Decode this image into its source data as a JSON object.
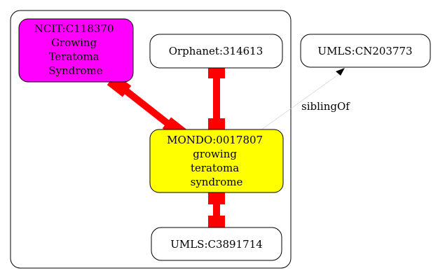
{
  "colors": {
    "ncit_fill": "#ff00ff",
    "mondo_fill": "#ffff00",
    "default_fill": "#ffffff",
    "edge_equiv": "#ff0000",
    "edge_sibling": "#d3d3d3",
    "stroke": "#000000"
  },
  "nodes": {
    "ncit": [
      "NCIT:C118370",
      "Growing",
      "Teratoma",
      "Syndrome"
    ],
    "orphanet": [
      "Orphanet:314613"
    ],
    "mondo": [
      "MONDO:0017807",
      "growing",
      "teratoma",
      "syndrome"
    ],
    "umls_c": [
      "UMLS:C3891714"
    ],
    "umls_cn": [
      "UMLS:CN203773"
    ]
  },
  "edges": {
    "sibling_label": "siblingOf"
  }
}
